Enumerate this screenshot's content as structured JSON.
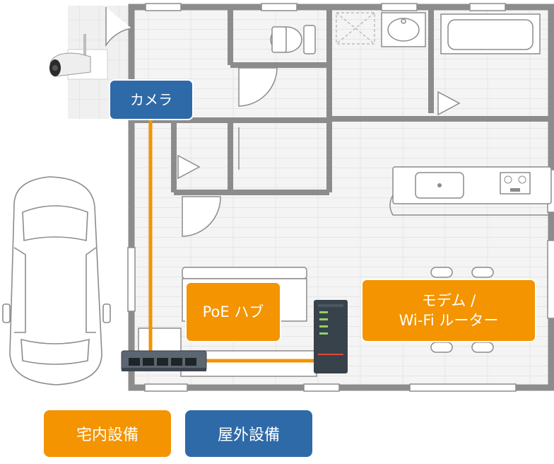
{
  "labels": {
    "camera": "カメラ",
    "poe_hub": "PoE ハブ",
    "modem_line1": "モデム /",
    "modem_line2": "Wi-Fi ルーター"
  },
  "legend": {
    "indoor": "宅内設備",
    "outdoor": "屋外設備"
  },
  "colors": {
    "indoor": "#f39400",
    "outdoor": "#2f6aa8",
    "wall": "#8c8c8c",
    "cable": "#f39400",
    "floor": "#f3f3f3"
  },
  "icons": [
    "security-camera-icon",
    "car-icon",
    "toilet-icon",
    "sink-icon",
    "bathtub-icon",
    "stove-icon",
    "sofa-icon",
    "dining-chair-icon",
    "poe-switch-icon",
    "router-icon"
  ]
}
